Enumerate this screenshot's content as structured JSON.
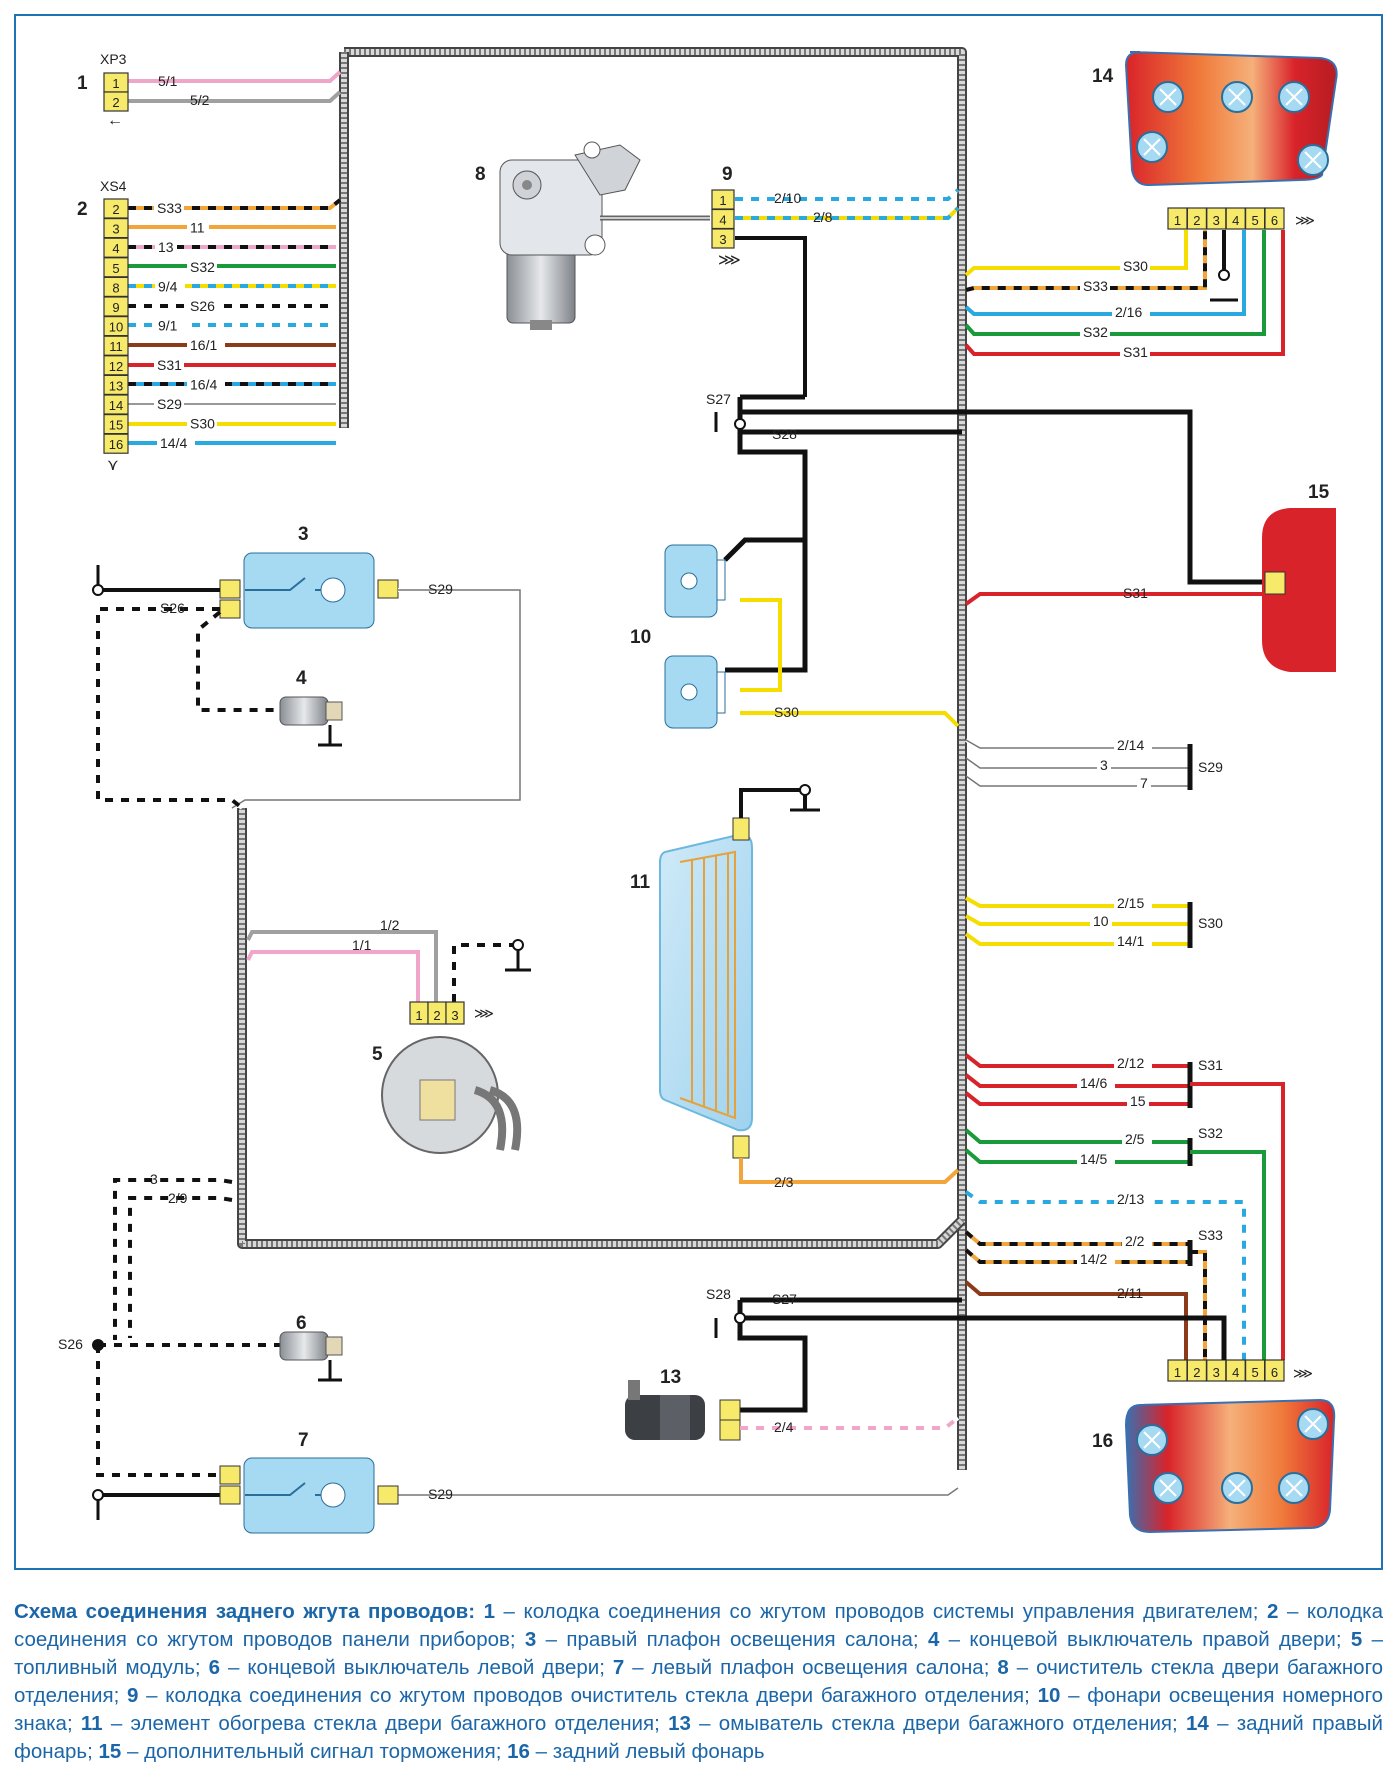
{
  "diagram": {
    "components": [
      {
        "num": "1",
        "name": "XP3"
      },
      {
        "num": "2",
        "name": "XS4"
      },
      {
        "num": "3"
      },
      {
        "num": "4"
      },
      {
        "num": "5"
      },
      {
        "num": "6"
      },
      {
        "num": "7"
      },
      {
        "num": "8"
      },
      {
        "num": "9"
      },
      {
        "num": "10"
      },
      {
        "num": "11"
      },
      {
        "num": "13"
      },
      {
        "num": "14"
      },
      {
        "num": "15"
      },
      {
        "num": "16"
      }
    ],
    "xp3_pins": [
      "1",
      "2"
    ],
    "xp3_wires": [
      "5/1",
      "5/2"
    ],
    "xs4_pins": [
      "2",
      "3",
      "4",
      "5",
      "8",
      "9",
      "10",
      "11",
      "12",
      "13",
      "14",
      "15",
      "16"
    ],
    "xs4_wires": [
      "S33",
      "11",
      "13",
      "S32",
      "9/4",
      "S26",
      "9/1",
      "16/1",
      "S31",
      "16/4",
      "S29",
      "S30",
      "14/4"
    ],
    "c9_pins": [
      "1",
      "4",
      "3"
    ],
    "c9_wires": [
      "2/10",
      "2/8"
    ],
    "lamp14_pins": [
      "1",
      "2",
      "3",
      "4",
      "5",
      "6"
    ],
    "lamp14_wires": [
      "S30",
      "S33",
      "2/16",
      "S32",
      "S31"
    ],
    "lamp16_pins": [
      "1",
      "2",
      "3",
      "4",
      "5",
      "6"
    ],
    "fuel_pins": [
      "1",
      "2",
      "3"
    ],
    "fuel_wires": [
      "1/2",
      "1/1"
    ],
    "splices": {
      "s29": [
        "2/14",
        "3",
        "7",
        "S29"
      ],
      "s30": [
        "2/15",
        "10",
        "14/1",
        "S30"
      ],
      "s31": [
        "2/12",
        "14/6",
        "15",
        "S31"
      ],
      "s32": [
        "2/5",
        "14/5",
        "S32"
      ],
      "s33": [
        "2/13",
        "2/2",
        "14/2",
        "S33"
      ]
    },
    "labels": {
      "s27_top": "S27",
      "s28_top": "S28",
      "s31_15": "S31",
      "s30_10": "S30",
      "s29_3": "S29",
      "s26_3": "S26",
      "w3": "3",
      "w29": "2/9",
      "s26_node": "S26",
      "w23": "2/3",
      "s28_bot": "S28",
      "s27_bot": "S27",
      "w211": "2/11",
      "w24": "2/4",
      "s29_7": "S29"
    }
  },
  "caption": {
    "title": "Схема соединения заднего жгута проводов:",
    "items": [
      {
        "n": "1",
        "t": "колодка соединения со жгутом проводов системы управления двигателем;"
      },
      {
        "n": "2",
        "t": "колодка соединения со жгутом проводов панели приборов;"
      },
      {
        "n": "3",
        "t": "правый плафон освещения салона;"
      },
      {
        "n": "4",
        "t": "концевой выключатель правой двери;"
      },
      {
        "n": "5",
        "t": "топливный модуль;"
      },
      {
        "n": "6",
        "t": "концевой выключатель левой двери;"
      },
      {
        "n": "7",
        "t": "левый плафон освещения салона;"
      },
      {
        "n": "8",
        "t": "очиститель стекла двери багажного отделения;"
      },
      {
        "n": "9",
        "t": "колодка соединения со жгутом проводов очиститель стекла двери багажного отделения;"
      },
      {
        "n": "10",
        "t": "фонари освещения номерного знака;"
      },
      {
        "n": "11",
        "t": "элемент обогрева стекла двери багажного отделения;"
      },
      {
        "n": "13",
        "t": "омыватель стекла двери багажного отделения;"
      },
      {
        "n": "14",
        "t": "задний правый фонарь;"
      },
      {
        "n": "15",
        "t": "дополнительный сигнал торможения;"
      },
      {
        "n": "16",
        "t": "задний левый фонарь"
      }
    ]
  },
  "colors": {
    "border": "#1e73b3",
    "caption": "#1b66a8",
    "pink": "#f0a6c8",
    "gray": "#a0a0a0",
    "orange": "#f2a53a",
    "green": "#1a9a3a",
    "yellow": "#f5dd00",
    "blue": "#2aa8e0",
    "brown": "#8b3a1a",
    "red": "#d9232a",
    "black": "#111111",
    "connector": "#f7e96a"
  }
}
